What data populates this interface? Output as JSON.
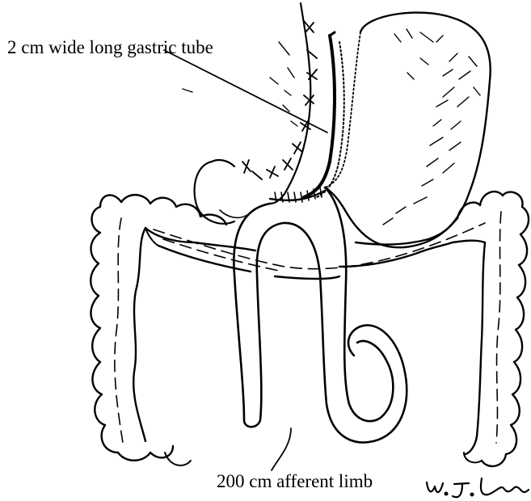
{
  "labels": {
    "gastric_tube": "2 cm wide long gastric tube",
    "afferent_limb": "200 cm afferent limb",
    "signature": "W. J. Lee"
  },
  "colors": {
    "ink": "#000000",
    "background": "#ffffff"
  }
}
